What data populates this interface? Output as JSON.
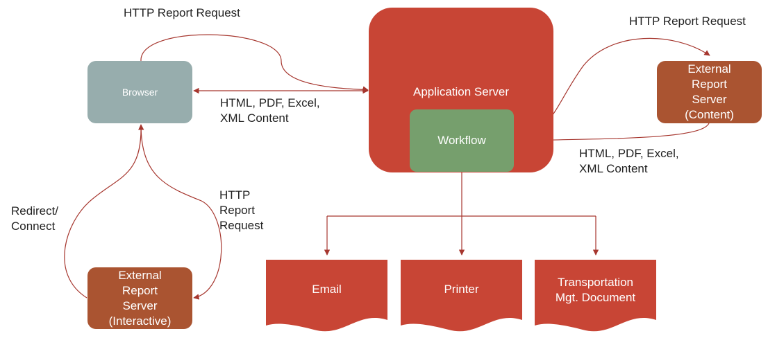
{
  "colors": {
    "app_server": "#c84535",
    "browser": "#97adad",
    "workflow": "#769f6d",
    "external": "#aa5431",
    "document": "#c84535",
    "connector": "#a6362e",
    "text": "#222222"
  },
  "nodes": {
    "browser": "Browser",
    "app_server": "Application Server",
    "workflow": "Workflow",
    "external_content": "External\nReport\nServer\n(Content)",
    "external_interactive": "External\nReport\nServer\n(Interactive)"
  },
  "outputs": {
    "email": "Email",
    "printer": "Printer",
    "transportation": "Transportation\nMgt. Document"
  },
  "labels": {
    "browser_request": "HTTP Report Request",
    "browser_response": "HTML, PDF, Excel,\nXML Content",
    "external_request": "HTTP Report Request",
    "external_response": "HTML, PDF, Excel,\nXML Content",
    "redirect": "Redirect/\nConnect",
    "interactive_request": "HTTP\nReport\nRequest"
  }
}
